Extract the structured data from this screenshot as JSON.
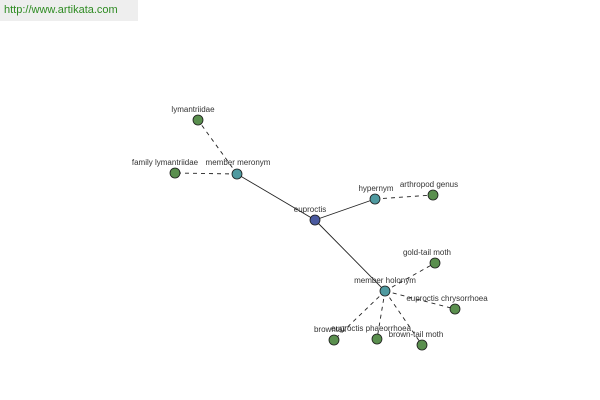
{
  "banner": {
    "url": "http://www.artikata.com"
  },
  "colors": {
    "center": "#4a5aa0",
    "relation": "#4f9aa0",
    "leaf": "#5a8f4e",
    "edge": "#222222",
    "background": "#ffffff"
  },
  "graph": {
    "nodes": [
      {
        "id": "euproctis",
        "label": "euproctis",
        "kind": "center"
      },
      {
        "id": "member_meronym",
        "label": "member meronym",
        "kind": "relation"
      },
      {
        "id": "hypernym",
        "label": "hypernym",
        "kind": "relation"
      },
      {
        "id": "member_holonym",
        "label": "member holonym",
        "kind": "relation"
      },
      {
        "id": "lymantriidae",
        "label": "lymantriidae",
        "kind": "leaf"
      },
      {
        "id": "family_lymantriidae",
        "label": "family lymantriidae",
        "kind": "leaf"
      },
      {
        "id": "arthropod_genus",
        "label": "arthropod genus",
        "kind": "leaf"
      },
      {
        "id": "gold_tail_moth",
        "label": "gold-tail moth",
        "kind": "leaf"
      },
      {
        "id": "euproctis_chrysorrhoea",
        "label": "euproctis chrysorrhoea",
        "kind": "leaf"
      },
      {
        "id": "browntail",
        "label": "browntail",
        "kind": "leaf"
      },
      {
        "id": "euproctis_phaeorrhoea",
        "label": "euproctis phaeorrhoea",
        "kind": "leaf"
      },
      {
        "id": "brown_tail_moth",
        "label": "brown-tail moth",
        "kind": "leaf"
      }
    ],
    "edges": [
      {
        "from": "euproctis",
        "to": "member_meronym",
        "style": "solid"
      },
      {
        "from": "euproctis",
        "to": "hypernym",
        "style": "solid"
      },
      {
        "from": "euproctis",
        "to": "member_holonym",
        "style": "solid"
      },
      {
        "from": "member_meronym",
        "to": "lymantriidae",
        "style": "dashed"
      },
      {
        "from": "member_meronym",
        "to": "family_lymantriidae",
        "style": "dashed"
      },
      {
        "from": "hypernym",
        "to": "arthropod_genus",
        "style": "dashed"
      },
      {
        "from": "member_holonym",
        "to": "gold_tail_moth",
        "style": "dashed"
      },
      {
        "from": "member_holonym",
        "to": "euproctis_chrysorrhoea",
        "style": "dashed"
      },
      {
        "from": "member_holonym",
        "to": "browntail",
        "style": "dashed"
      },
      {
        "from": "member_holonym",
        "to": "euproctis_phaeorrhoea",
        "style": "dashed"
      },
      {
        "from": "member_holonym",
        "to": "brown_tail_moth",
        "style": "dashed"
      }
    ]
  }
}
